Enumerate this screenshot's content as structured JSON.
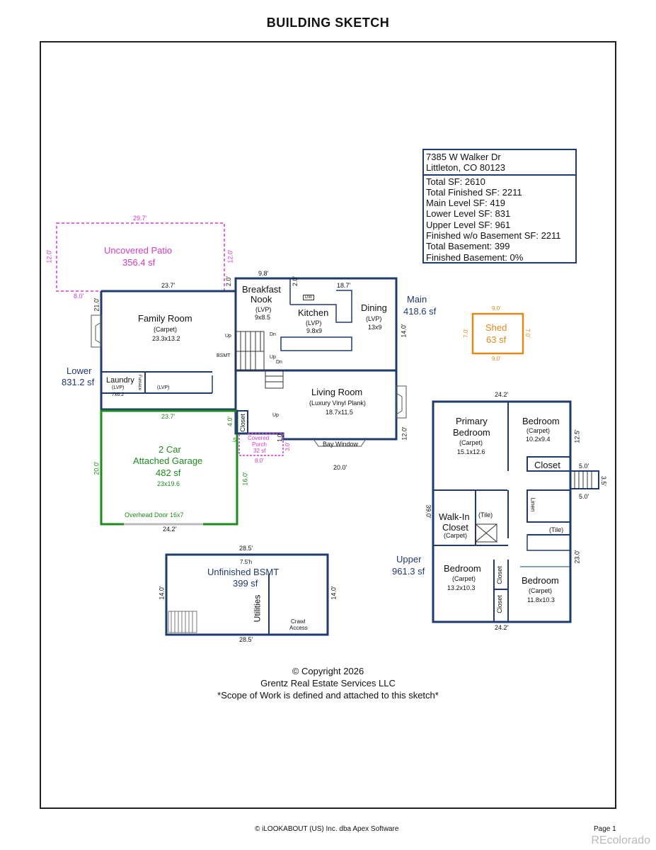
{
  "title": "BUILDING SKETCH",
  "info": {
    "address1": "7385 W Walker Dr",
    "address2": "Littleton, CO 80123",
    "lines": [
      "Total SF: 2610",
      "Total Finished SF: 2211",
      "Main Level SF: 419",
      "Lower Level SF: 831",
      "Upper Level SF: 961",
      "Finished w/o Basement SF: 2211",
      "Total Basement: 399",
      "Finished Basement: 0%"
    ]
  },
  "colors": {
    "wall": "#1f3a6e",
    "patio": "#d43ac8",
    "garage": "#1e8a1e",
    "shed": "#e08a1c",
    "text_blue": "#1f3a6e"
  },
  "patio": {
    "name": "Uncovered Patio",
    "area": "356.4 sf",
    "dim_top": "29.7'",
    "dim_left": "12.0'",
    "dim_right": "12.0'",
    "dim_bottom_left": "8.0'"
  },
  "levels": {
    "main": {
      "name": "Main",
      "area": "418.6 sf"
    },
    "lower": {
      "name": "Lower",
      "area": "831.2 sf"
    },
    "upper": {
      "name": "Upper",
      "area": "961.3 sf"
    }
  },
  "rooms": {
    "breakfast": {
      "name1": "Breakfast",
      "name2": "Nook",
      "floor": "(LVP)",
      "size": "9x8.5"
    },
    "kitchen": {
      "name": "Kitchen",
      "floor": "(LVP)",
      "size": "9.8x9",
      "dw": "DW"
    },
    "dining": {
      "name": "Dining",
      "floor": "(LVP)",
      "size": "13x9"
    },
    "family": {
      "name": "Family Room",
      "floor": "(Carpet)",
      "size": "23.3x13.2"
    },
    "laundry": {
      "name": "Laundry",
      "floor": "(LVP)",
      "size": "7x6.2",
      "furnace": "Furnace",
      "lvp2": "(LVP)"
    },
    "living": {
      "name": "Living Room",
      "floor": "(Luxury Vinyl Plank)",
      "size": "18.7x11.5",
      "bay": "Bay Window"
    },
    "garage": {
      "name1": "2 Car",
      "name2": "Attached Garage",
      "area": "482 sf",
      "size": "23x19.6",
      "door": "Overhead Door 16x7"
    },
    "porch": {
      "name1": "Covered",
      "name2": "Porch",
      "area": "32 sf"
    },
    "closet_main": "Closet",
    "shed": {
      "name": "Shed",
      "area": "63 sf",
      "dim": "9.0'",
      "dim_side": "7.0'"
    },
    "bsmt": {
      "name": "Unfinished BSMT",
      "area": "399 sf",
      "utilities": "Utilities",
      "crawl1": "Crawl",
      "crawl2": "Access",
      "height": "7.5'h"
    },
    "primary": {
      "name1": "Primary",
      "name2": "Bedroom",
      "floor": "(Carpet)",
      "size": "15.1x12.6"
    },
    "bed_ne": {
      "name": "Bedroom",
      "floor": "(Carpet)",
      "size": "10.2x9.4"
    },
    "closet_upper": "Closet",
    "walkin": {
      "name1": "Walk-In",
      "name2": "Closet",
      "floor": "(Carpet)"
    },
    "tile1": "(Tile)",
    "tile2": "(Tile)",
    "linen": "Linen",
    "bed_sw": {
      "name": "Bedroom",
      "floor": "(Carpet)",
      "size": "13.2x10.3"
    },
    "bed_se": {
      "name": "Bedroom",
      "floor": "(Carpet)",
      "size": "11.8x10.3"
    },
    "closet_a": "Closet",
    "closet_b": "Closet"
  },
  "stairs": {
    "up1": "Up",
    "dn1": "Dn",
    "bsmt": "BSMT",
    "up2": "Up",
    "dn2": "Dn",
    "up3": "Up"
  },
  "dims": {
    "main_top_left": "9.8'",
    "main_top_right": "18.7'",
    "main_20a": "2.0'",
    "main_20b": "2.0'",
    "family_top": "23.7'",
    "family_left": "21.0'",
    "main_right": "14.0'",
    "living_right": "12.0'",
    "living_bottom": "20.0'",
    "garage_top": "23.7'",
    "garage_left": "20.0'",
    "garage_right": "16.0'",
    "garage_bottom": "24.2'",
    "closet_40": "4.0'",
    "porch_05": ".5'",
    "porch_10": "1.0'",
    "porch_30": "3.0'",
    "porch_80": "8.0'",
    "upper_top": "24.2'",
    "upper_bottom": "24.2'",
    "upper_left": "39.0'",
    "upper_right_a": "12.5'",
    "upper_right_b": "23.0'",
    "step_top": "5.0'",
    "step_bottom": "5.0'",
    "step_right": "3.5'",
    "bsmt_top": "28.5'",
    "bsmt_bottom": "28.5'",
    "bsmt_left": "14.0'",
    "bsmt_right": "14.0'"
  },
  "footer": {
    "copyright": "© Copyright 2026",
    "company": "Grentz Real Estate Services LLC",
    "scope": "*Scope of Work is defined and attached to this sketch*",
    "software": "© iLOOKABOUT (US) Inc. dba Apex Software",
    "page": "Page 1",
    "watermark": "REcolorado"
  }
}
